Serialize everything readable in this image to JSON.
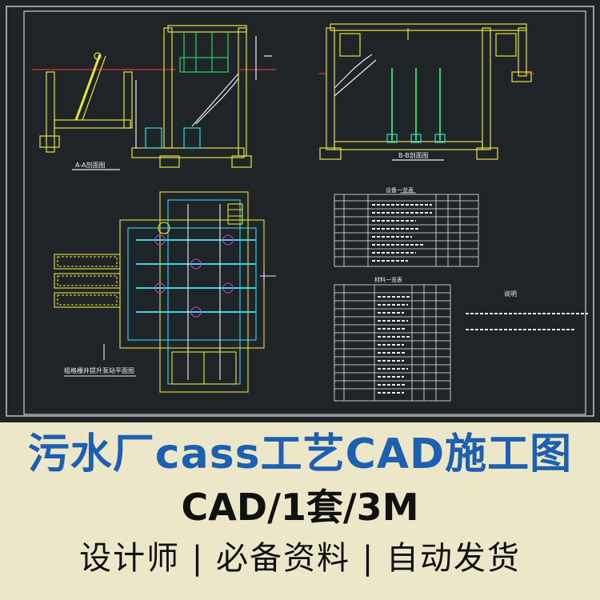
{
  "drawing": {
    "section_a_caption": "A-A剖面图",
    "section_b_caption": "B-B剖面图",
    "plan_caption": "粗格栅井提升泵站平面图",
    "equipment_table_title": "设备一览表",
    "material_table_title": "材料一览表",
    "notes_title": "说明",
    "colors": {
      "background": "#1f2428",
      "yellow": "#e8e23a",
      "cyan": "#39d6e6",
      "white": "#e9eef0",
      "green": "#2fd25a",
      "magenta": "#d63bd6"
    }
  },
  "banner": {
    "title": "污水厂cass工艺CAD施工图",
    "subtitle": "CAD/1套/3M",
    "tagline": "设计师 | 必备资料 | 自动发货",
    "colors": {
      "background": "#ece7c9",
      "title": "#1d5fb0",
      "text": "#111111"
    }
  }
}
